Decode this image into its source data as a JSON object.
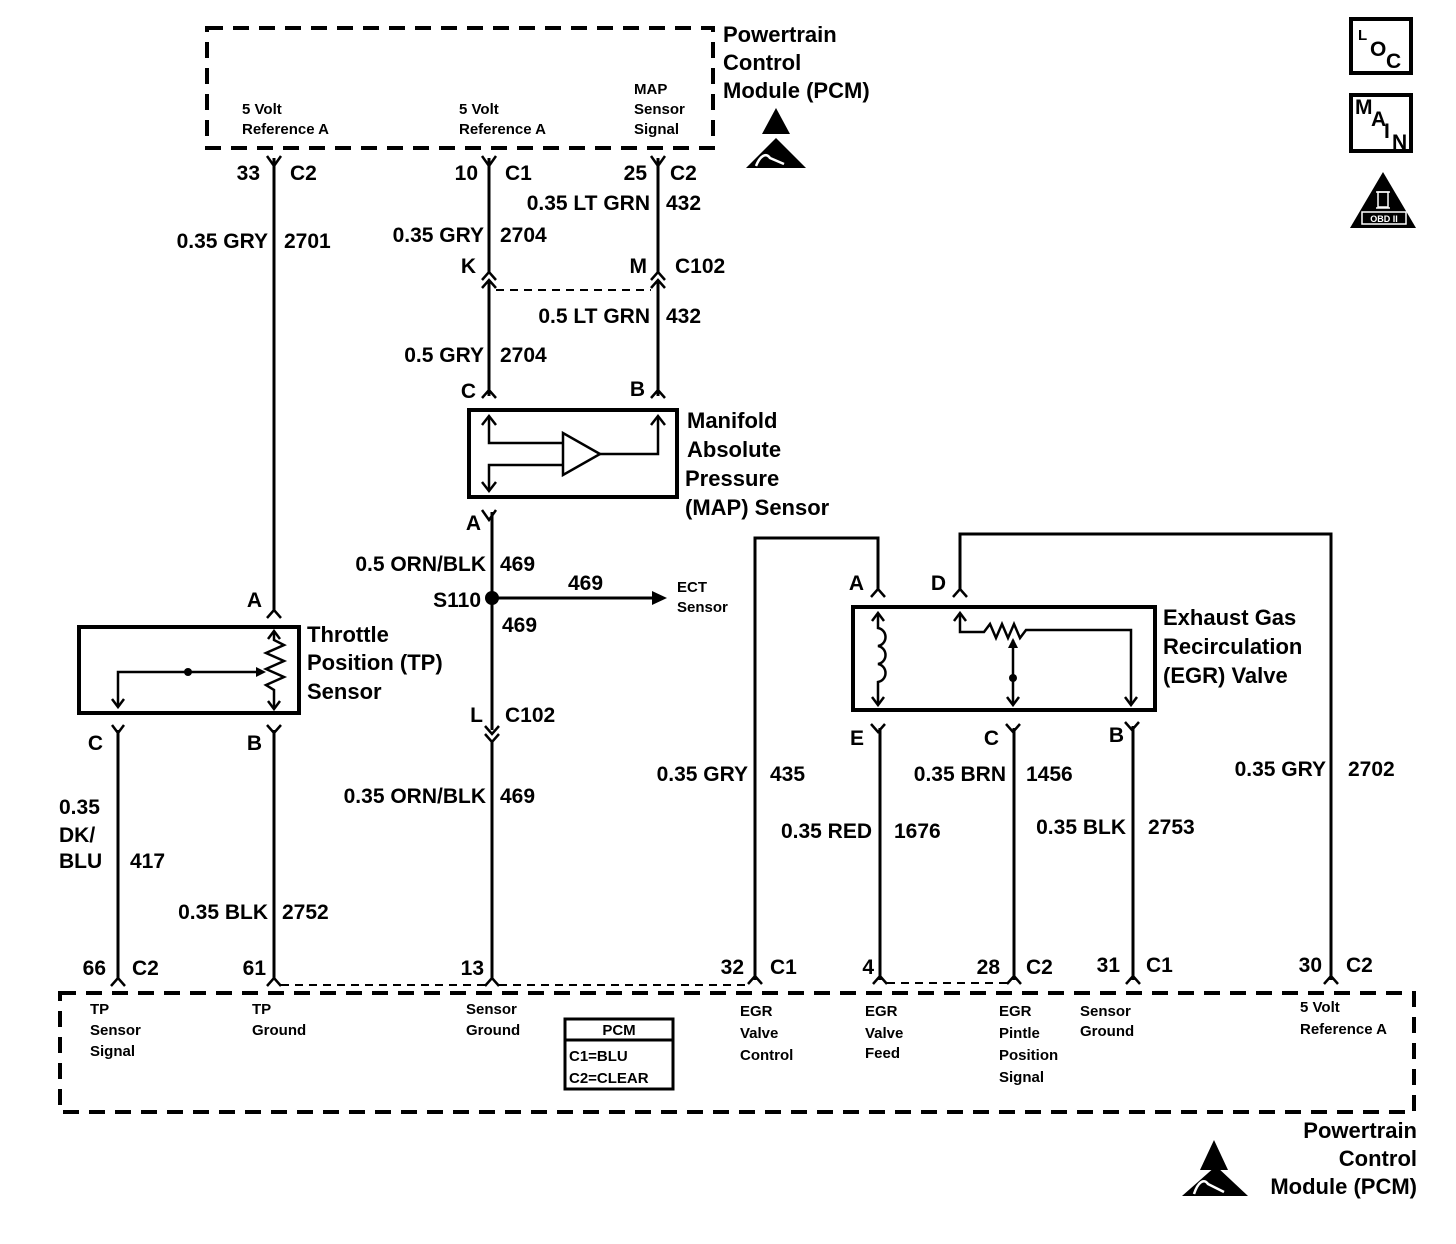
{
  "pcm_top": {
    "title": [
      "Powertrain",
      "Control",
      "Module (PCM)"
    ],
    "pins": [
      {
        "label": [
          "5 Volt",
          "Reference A"
        ],
        "pin": "33",
        "connector": "C2"
      },
      {
        "label": [
          "5 Volt",
          "Reference A"
        ],
        "pin": "10",
        "connector": "C1"
      },
      {
        "label": [
          "MAP",
          "Sensor",
          "Signal"
        ],
        "pin": "25",
        "connector": "C2"
      }
    ]
  },
  "side_icons": [
    {
      "name": "loc-icon",
      "letters": [
        "L",
        "O",
        "C"
      ]
    },
    {
      "name": "main-icon",
      "letters": [
        "M",
        "A",
        "I",
        "N"
      ]
    },
    {
      "name": "obd-ii-icon",
      "letters": [
        "II",
        "OBD II"
      ]
    }
  ],
  "wires": {
    "w2701": {
      "gauge_color": "0.35 GRY",
      "circuit": "2701"
    },
    "w2704_top": {
      "gauge_color": "0.35 GRY",
      "circuit": "2704"
    },
    "w432_top": {
      "gauge_color": "0.35 LT GRN",
      "circuit": "432"
    },
    "w432_bot": {
      "gauge_color": "0.5 LT GRN",
      "circuit": "432"
    },
    "w2704_bot": {
      "gauge_color": "0.5 GRY",
      "circuit": "2704"
    },
    "w469_a": {
      "gauge_color": "0.5 ORN/BLK",
      "circuit": "469"
    },
    "w469_ect": {
      "circuit": "469"
    },
    "w469_b": {
      "circuit": "469"
    },
    "w469_c": {
      "gauge_color": "0.35 ORN/BLK",
      "circuit": "469"
    },
    "w417": {
      "gauge_color": [
        "0.35",
        "DK/",
        "BLU"
      ],
      "circuit": "417"
    },
    "w2752": {
      "gauge_color": "0.35 BLK",
      "circuit": "2752"
    },
    "w435": {
      "gauge_color": "0.35 GRY",
      "circuit": "435"
    },
    "w1676": {
      "gauge_color": "0.35 RED",
      "circuit": "1676"
    },
    "w1456": {
      "gauge_color": "0.35 BRN",
      "circuit": "1456"
    },
    "w2753": {
      "gauge_color": "0.35 BLK",
      "circuit": "2753"
    },
    "w2702": {
      "gauge_color": "0.35 GRY",
      "circuit": "2702"
    }
  },
  "c102": {
    "name": "C102",
    "pin_k": "K",
    "pin_m": "M",
    "pin_l": "L"
  },
  "splice": {
    "name": "S110",
    "ect_label": [
      "ECT",
      "Sensor"
    ]
  },
  "map_sensor": {
    "title": [
      "Manifold",
      "Absolute",
      "Pressure",
      "(MAP) Sensor"
    ],
    "pin_c": "C",
    "pin_b": "B",
    "pin_a": "A"
  },
  "tp_sensor": {
    "title": [
      "Throttle",
      "Position (TP)",
      "Sensor"
    ],
    "pin_a": "A",
    "pin_b": "B",
    "pin_c": "C"
  },
  "egr_valve": {
    "title": [
      "Exhaust Gas",
      "Recirculation",
      "(EGR) Valve"
    ],
    "pin_a": "A",
    "pin_d": "D",
    "pin_e": "E",
    "pin_c": "C",
    "pin_b": "B"
  },
  "pcm_bottom": {
    "title": [
      "Powertrain",
      "Control",
      "Module (PCM)"
    ],
    "pins": [
      {
        "pin": "66",
        "connector": "C2",
        "label": [
          "TP",
          "Sensor",
          "Signal"
        ]
      },
      {
        "pin": "61",
        "connector": "",
        "label": [
          "TP",
          "Ground"
        ]
      },
      {
        "pin": "13",
        "connector": "",
        "label": [
          "Sensor",
          "Ground"
        ]
      },
      {
        "pin": "32",
        "connector": "C1",
        "label": [
          "EGR",
          "Valve",
          "Control"
        ]
      },
      {
        "pin": "4",
        "connector": "",
        "label": [
          "EGR",
          "Valve",
          "Feed"
        ]
      },
      {
        "pin": "28",
        "connector": "C2",
        "label": [
          "EGR",
          "Pintle",
          "Position",
          "Signal"
        ]
      },
      {
        "pin": "31",
        "connector": "C1",
        "label": [
          "Sensor",
          "Ground"
        ]
      },
      {
        "pin": "30",
        "connector": "C2",
        "label": [
          "5 Volt",
          "Reference  A"
        ]
      }
    ],
    "legend": {
      "title": "PCM",
      "lines": [
        "C1=BLU",
        "C2=CLEAR"
      ]
    }
  }
}
